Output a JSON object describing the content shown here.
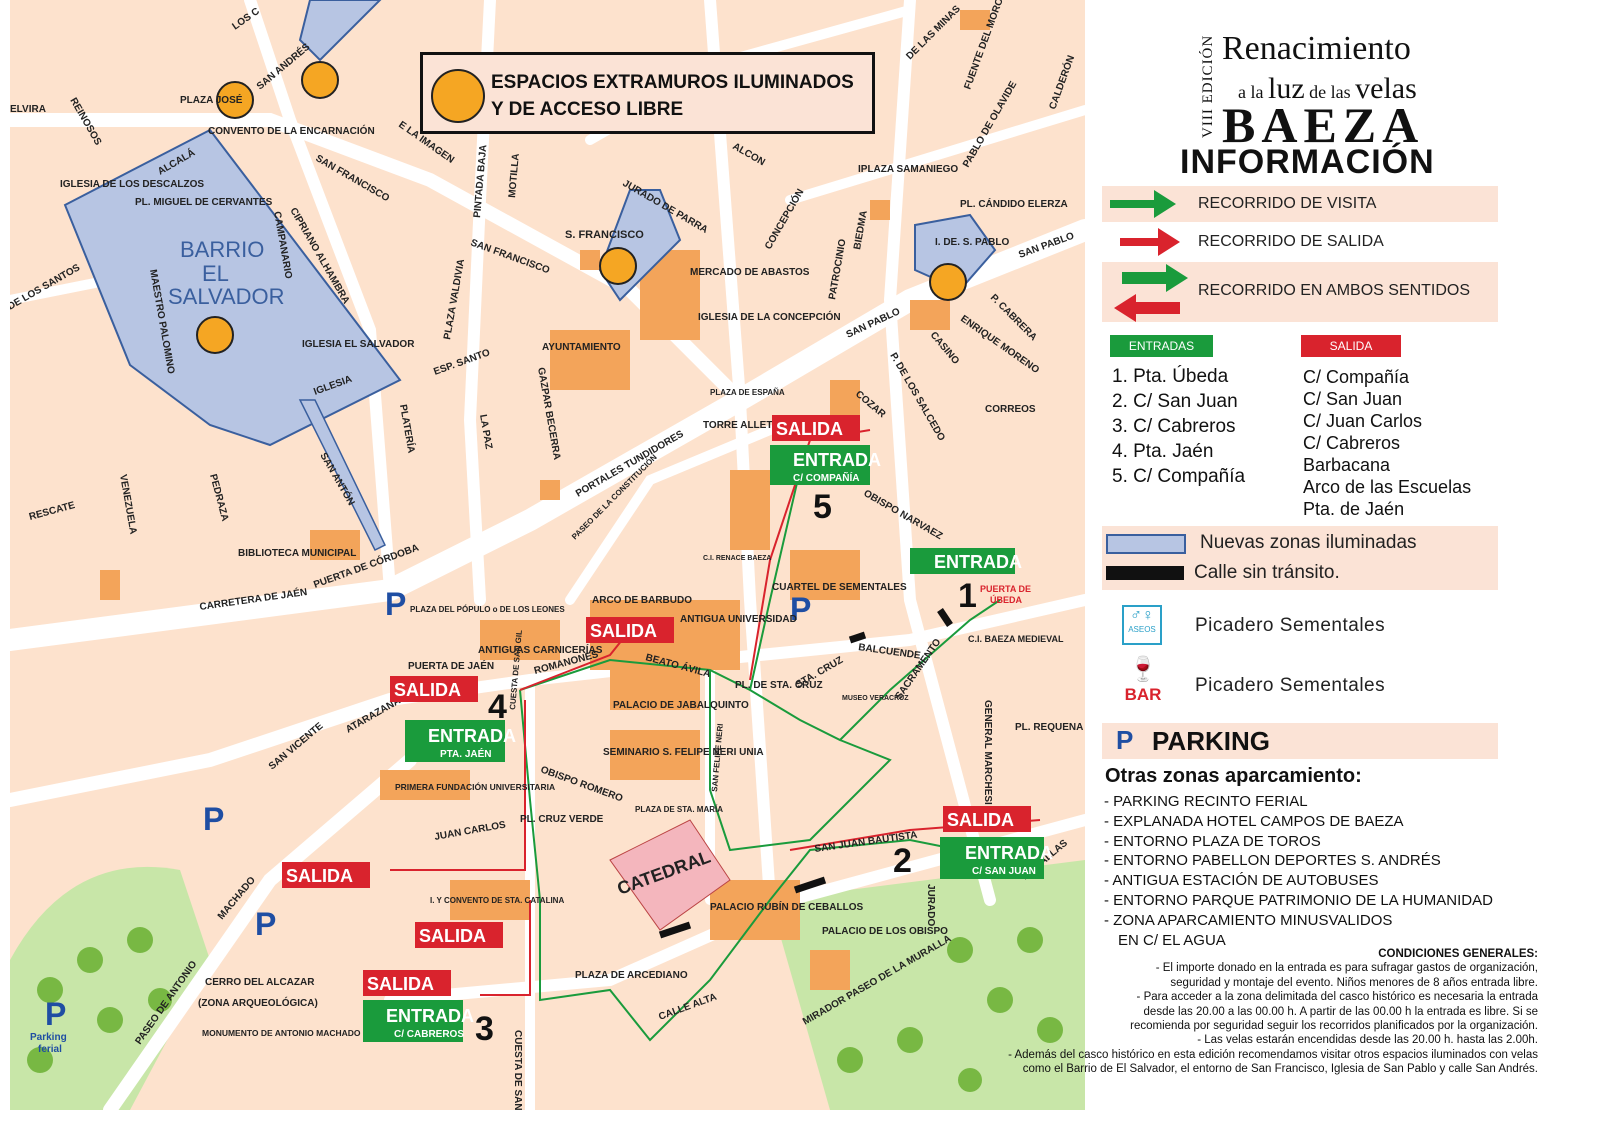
{
  "header": {
    "edition": "VIII EDICIÓN",
    "title_line1": "Renacimiento",
    "title_line2_a": "a la",
    "title_line2_b": "luz",
    "title_line2_c": "de las",
    "title_line2_d": "velas",
    "city": "BAEZA",
    "section": "INFORMACIÓN"
  },
  "map_title": {
    "line1": "ESPACIOS EXTRAMUROS ILUMINADOS",
    "line2": "Y DE ACCESO LIBRE"
  },
  "routes_legend": [
    {
      "label": "RECORRIDO DE VISITA",
      "color": "#1a9b3c"
    },
    {
      "label": "RECORRIDO DE SALIDA",
      "color": "#d9232d"
    },
    {
      "label": "RECORRIDO EN AMBOS SENTIDOS",
      "color": "#1a9b3c"
    }
  ],
  "entradas": {
    "title": "ENTRADAS",
    "items": [
      "1. Pta. Úbeda",
      "2. C/ San Juan",
      "3. C/ Cabreros",
      "4. Pta. Jaén",
      "5. C/ Compañía"
    ]
  },
  "salidas": {
    "title": "SALIDA",
    "items": [
      "C/ Compañía",
      "C/ San Juan",
      "C/ Juan Carlos",
      "C/ Cabreros",
      "Barbacana",
      "Arco de las Escuelas",
      "Pta. de Jaén"
    ]
  },
  "zones_legend": [
    {
      "label": "Nuevas zonas iluminadas",
      "color": "#b7c5e3"
    },
    {
      "label": "Calle sin tránsito.",
      "color": "#111111"
    }
  ],
  "services": [
    {
      "icon": "toilets-icon",
      "icon_text": "ASEOS",
      "label": "Picadero Sementales"
    },
    {
      "icon": "bar-icon",
      "icon_text": "BAR",
      "label": "Picadero Sementales"
    }
  ],
  "parking": {
    "title": "PARKING",
    "other_title": "Otras zonas aparcamiento:",
    "items": [
      "- PARKING RECINTO FERIAL",
      "- EXPLANADA HOTEL CAMPOS DE BAEZA",
      "- ENTORNO PLAZA DE TOROS",
      "- ENTORNO PABELLON DEPORTES S. ANDRÉS",
      "- ANTIGUA ESTACIÓN DE AUTOBUSES",
      "- ENTORNO PARQUE PATRIMONIO DE LA HUMANIDAD",
      "- ZONA APARCAMIENTO MINUSVALIDOS",
      "  EN C/ EL AGUA"
    ]
  },
  "conditions": {
    "title": "CONDICIONES GENERALES:",
    "lines": [
      "- El importe donado en la entrada es para sufragar gastos de organización,",
      "seguridad y montaje del evento. Niños menores de 8 años entrada libre.",
      "- Para acceder a la zona delimitada del casco histórico es necesaria la entrada",
      "desde las 20.00 a las 00.00 h. A partir de las 00.00 h la entrada es libre. Si se",
      "recomienda por seguridad seguir los recorridos planificados por la organización.",
      "- Las velas estarán encendidas desde las 20.00 h. hasta las 2.00h.",
      "- Además del casco histórico en esta edición recomendamos visitar otros espacios iluminados con velas",
      "como el Barrio de El Salvador, el entorno de San Francisco, Iglesia de San Pablo y calle San Andrés."
    ]
  },
  "map": {
    "barrio": [
      "BARRIO",
      "EL",
      "SALVADOR"
    ],
    "catedral": "CATEDRAL",
    "parking_feria": [
      "Parking",
      "ferial"
    ],
    "badges": {
      "salida": "SALIDA",
      "entrada": "ENTRADA",
      "entrada_compania": "C/ COMPAÑÍA",
      "entrada_jaen": "PTA. JAÉN",
      "entrada_sanjuan": "C/ SAN JUAN",
      "entrada_cabreros": "C/ CABREROS",
      "puerta_ubeda": [
        "PUERTA DE",
        "ÚBEDA"
      ]
    },
    "numbers": [
      "1",
      "2",
      "3",
      "4",
      "5"
    ],
    "labels": [
      "ELVIRA",
      "REINOSOS",
      "LOS C",
      "SAN ANDRÉS",
      "PLAZA JOSÉ",
      "CONVENTO DE LA ENCARNACIÓN",
      "E LA IMAGEN",
      "SAN FRANCISCO",
      "IGLESIA DE LOS DESCALZOS",
      "PL. MIGUEL DE CERVANTES",
      "ALCALÁ",
      "CAMPANARIO",
      "MAESTRO PALOMINO",
      "IGLESIA EL SALVADOR",
      "IGLESIA",
      "CIPRIANO ALHAMBRA",
      "PINTADA BAJA",
      "MOTILLA",
      "SAN FRANCISCO",
      "PLAZA VALDIVIA",
      "S. FRANCISCO",
      "JURADO DE PARRA",
      "ALCON",
      "MERCADO DE ABASTOS",
      "IGLESIA DE LA CONCEPCIÓN",
      "CONCEPCIÓN",
      "BIEDMA",
      "PATROCINIO",
      "IPLAZA SAMANIEGO",
      "PABLO DE OLAVIDE",
      "PL. CÁNDIDO ELERZA",
      "I. DE. S. PABLO",
      "SAN PABLO",
      "P. CABRERA",
      "ENRIQUE MORENO",
      "CASINO",
      "P. DE LOS SALCEDO",
      "SAN PABLO",
      "CORREOS",
      "COZAR",
      "AYUNTAMIENTO",
      "ESP. SANTO",
      "GAZPAR BECERRA",
      "LA PAZ",
      "PLATERÍA",
      "PLAZA DE ESPAÑA",
      "TORRE ALLET",
      "PORTALES TUNDIDORES",
      "PASEO DE LA CONSTITUCIÓN",
      "SAN ANTÓN",
      "RESCATE",
      "VENEZUELA",
      "PEDRAZA",
      "BIBLIOTECA MUNICIPAL",
      "PUERTA DE CÓRDOBA",
      "CARRETERA DE JAÉN",
      "PLAZA DEL PÓPULO o DE LOS LEONES",
      "ANTIGUAS CARNICERÍAS",
      "ARCO DE BARBUDO",
      "ANTIGUA UNIVERSIDAD",
      "BEATO ÁVILA",
      "ROMANONES",
      "PUERTA DE JAÉN",
      "ATARAZANAS",
      "SAN VICENTE",
      "PALACIO DE JABALQUINTO",
      "SEMINARIO S. FELIPE NERI UNIA",
      "PL. DE STA. CRUZ",
      "CUARTEL DE SEMENTALES",
      "OBISPO NARVAEZ",
      "BALCUENDE",
      "STA. CRUZ",
      "SACRAMENTO",
      "GENERAL MARCHESI",
      "PL. REQUENA",
      "OBISPO ROMERO",
      "PL. CRUZ VERDE",
      "JUAN CARLOS",
      "PRIMERA FUNDACIÓN UNIVERSITARIA",
      "PLAZA DE STA. MARÍA",
      "SAN JUAN BAUTISTA",
      "JURADO",
      "MURALLAS",
      "I. Y CONVENTO DE STA. CATALINA",
      "PALACIO RUBÍN DE CEBALLOS",
      "PALACIO DE LOS OBISPO",
      "PLAZA DE ARCEDIANO",
      "CALLE ALTA",
      "CERRO DEL ALCAZAR",
      "(ZONA ARQUEOLÓGICA)",
      "MONUMENTO DE ANTONIO MACHADO",
      "MACHADO",
      "PASEO DE ANTONIO",
      "MIRADOR PASEO DE LA MURALLA",
      "CUESTA DE SAN GIL",
      "SAN FELIPE NERI",
      "CUESTA DE SAN E",
      "C.I. BAEZA MEDIEVAL",
      "C.I. RENACE BAEZA",
      "MUSEO VERACRUZ",
      "FUENTE DEL MORO",
      "DE LAS MINAS",
      "CALDERÓN",
      "DE LOS SANTOS"
    ]
  },
  "colors": {
    "block": "#f3a45a",
    "ground": "#fde2cd",
    "street": "#ffffff",
    "route_green": "#1a9b3c",
    "route_red": "#d9232d",
    "barrio": "#b7c5e3",
    "park": "#c8e6a8",
    "tree": "#78b843",
    "parking": "#1f4ea3"
  }
}
